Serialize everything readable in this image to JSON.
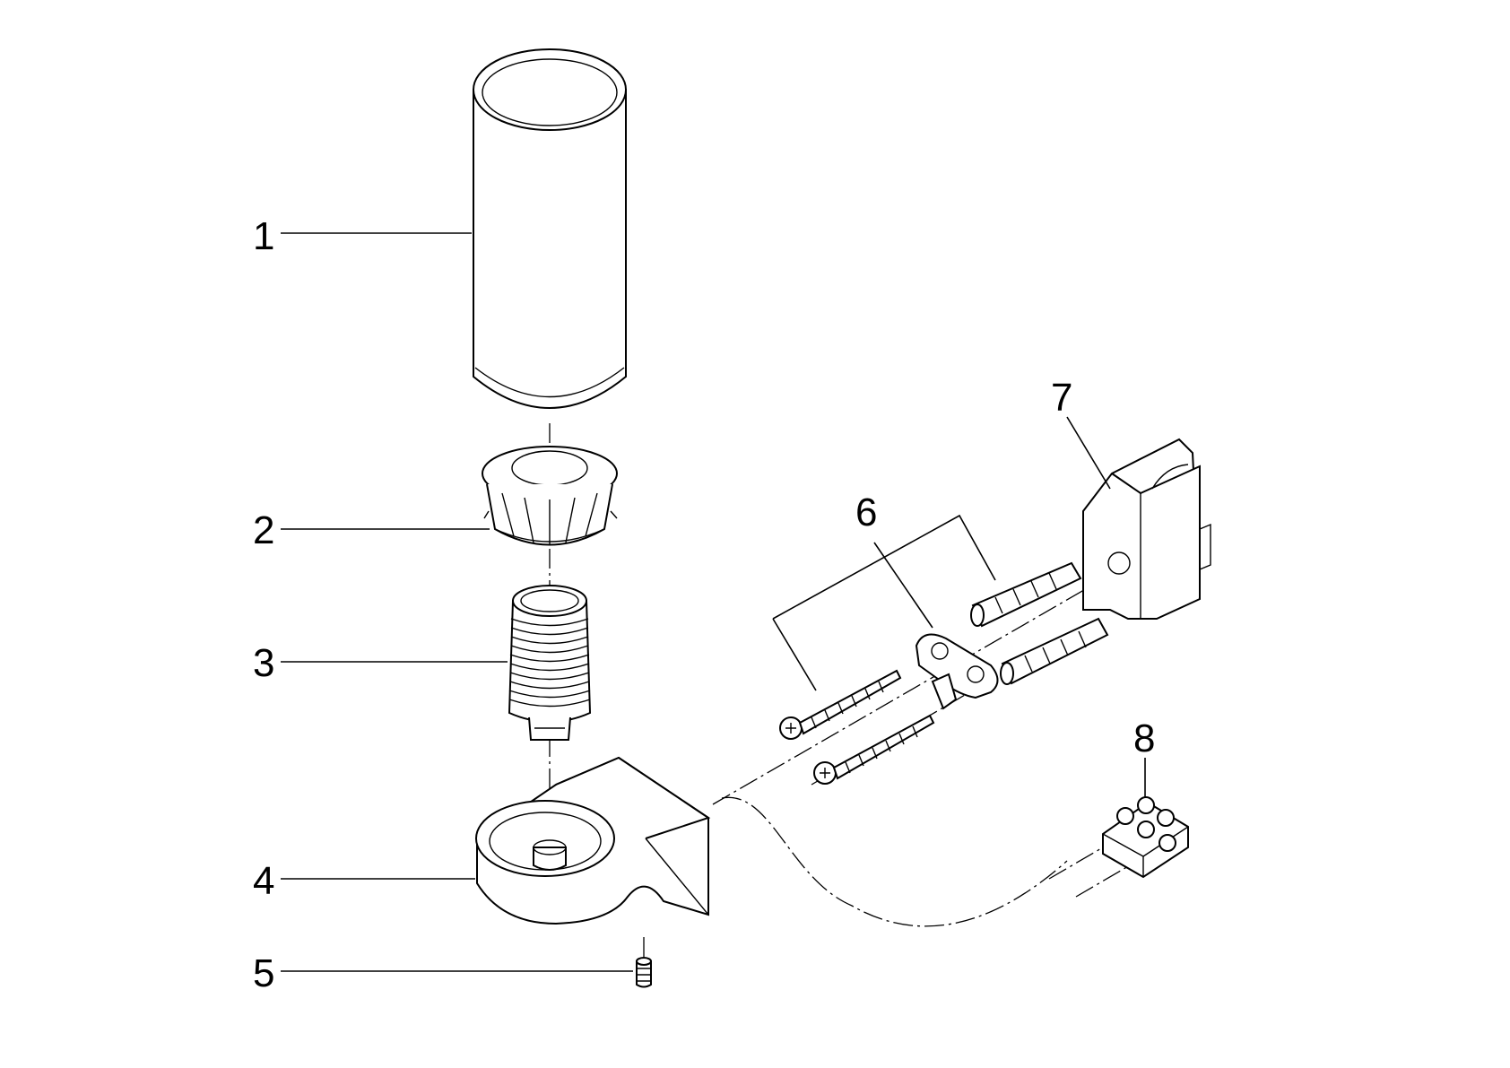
{
  "callouts": [
    {
      "label": "1"
    },
    {
      "label": "2"
    },
    {
      "label": "3"
    },
    {
      "label": "4"
    },
    {
      "label": "5"
    },
    {
      "label": "6"
    },
    {
      "label": "7"
    },
    {
      "label": "8"
    }
  ],
  "colors": {
    "line": "#000000",
    "background": "#ffffff"
  }
}
